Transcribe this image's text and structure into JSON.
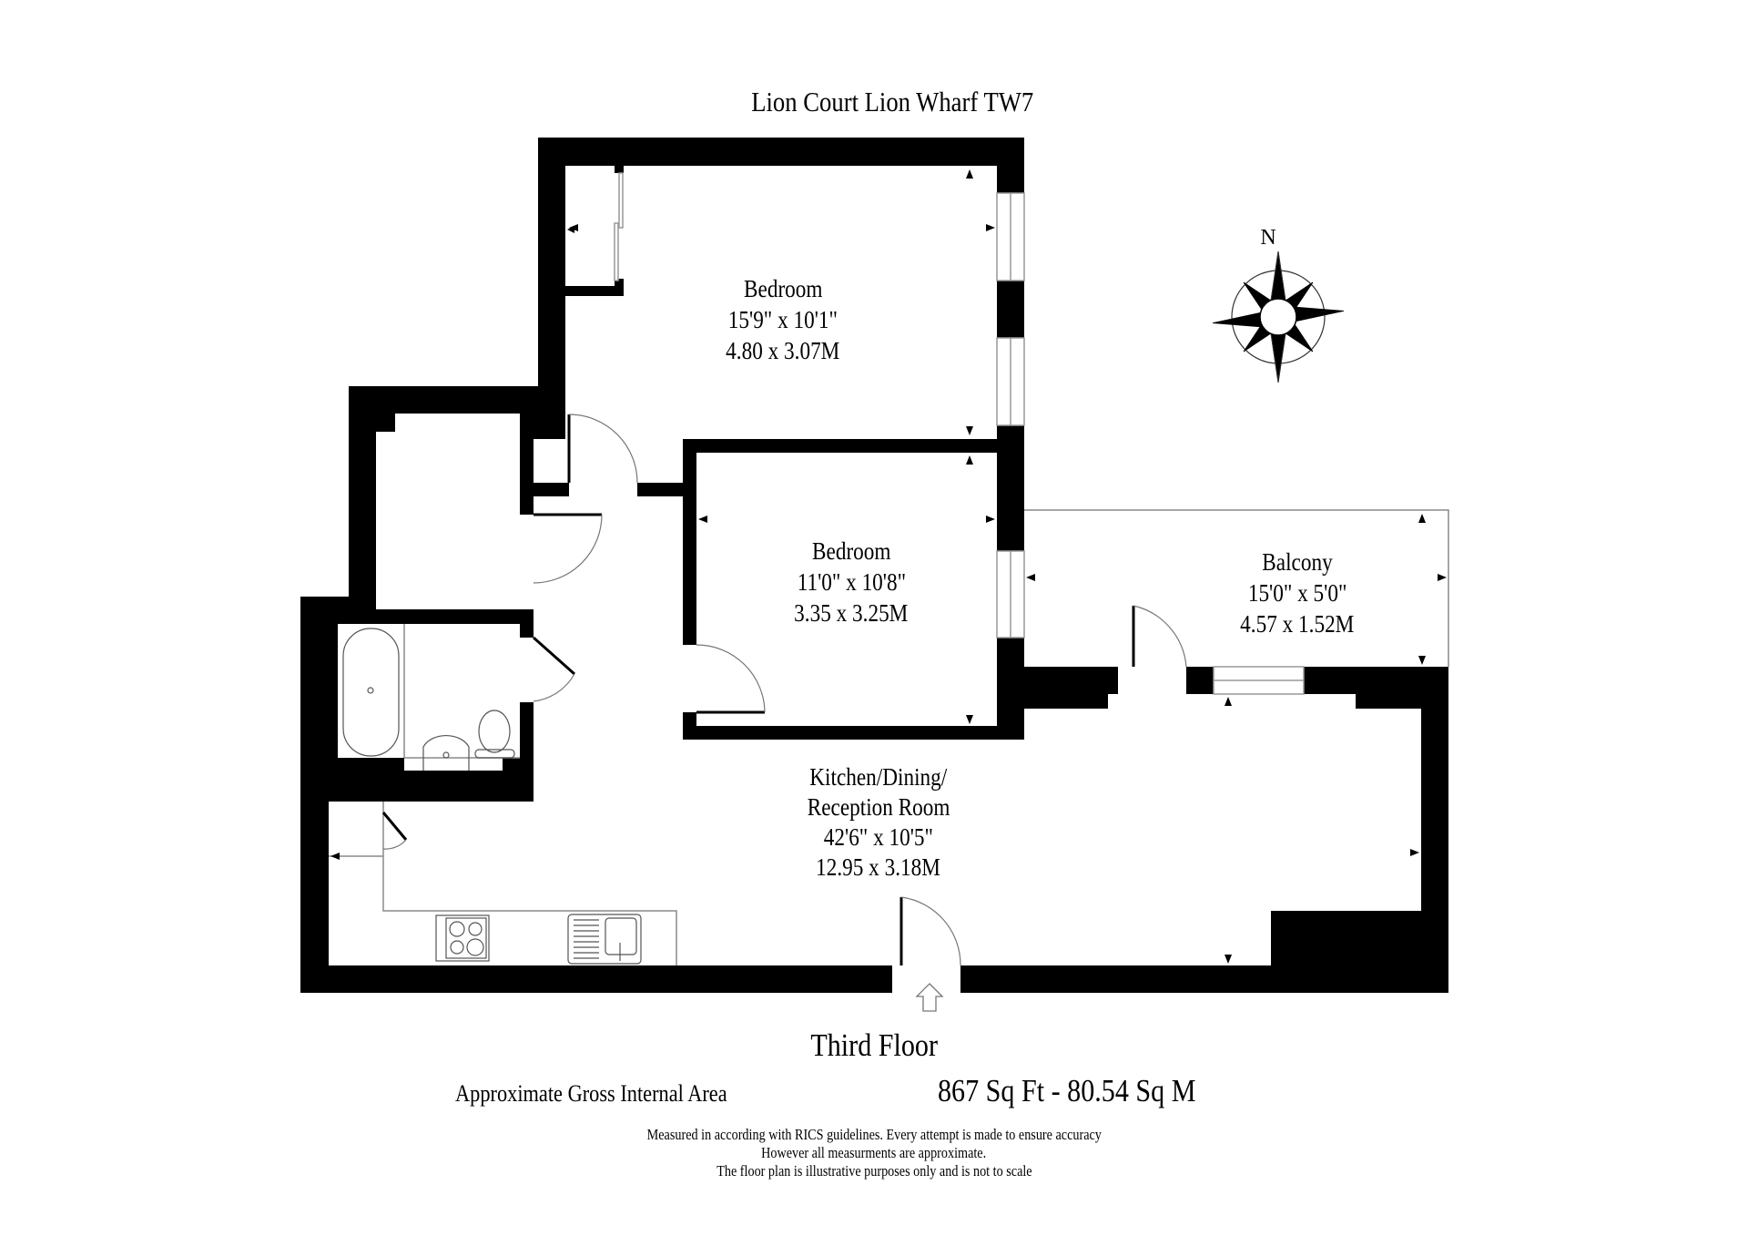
{
  "header": {
    "title": "Lion Court Lion Wharf TW7"
  },
  "rooms": [
    {
      "name": "Bedroom",
      "imperial": "15'9\" x 10'1\"",
      "metric": "4.80 x 3.07M"
    },
    {
      "name": "Bedroom",
      "imperial": "11'0\" x 10'8\"",
      "metric": "3.35 x 3.25M"
    },
    {
      "name": "Balcony",
      "imperial": "15'0\" x 5'0\"",
      "metric": "4.57 x 1.52M"
    },
    {
      "name_line1": "Kitchen/Dining/",
      "name_line2": "Reception Room",
      "imperial": "42'6\" x 10'5\"",
      "metric": "12.95 x 3.18M"
    }
  ],
  "compass": {
    "label": "N",
    "icon": "compass-rose-icon"
  },
  "entrance": {
    "icon": "entrance-arrow-icon"
  },
  "footer": {
    "floor_name": "Third Floor",
    "area_label": "Approximate Gross Internal Area",
    "area_value": "867 Sq Ft - 80.54 Sq M",
    "disclaimer": [
      "Measured in according with RICS guidelines. Every attempt is made to ensure accuracy",
      "However all measurments are approximate.",
      "The floor plan is illustrative purposes only and is not to scale"
    ]
  },
  "colors": {
    "wall": "#000000",
    "background": "#ffffff",
    "fixture_line": "#7a7a7a"
  }
}
